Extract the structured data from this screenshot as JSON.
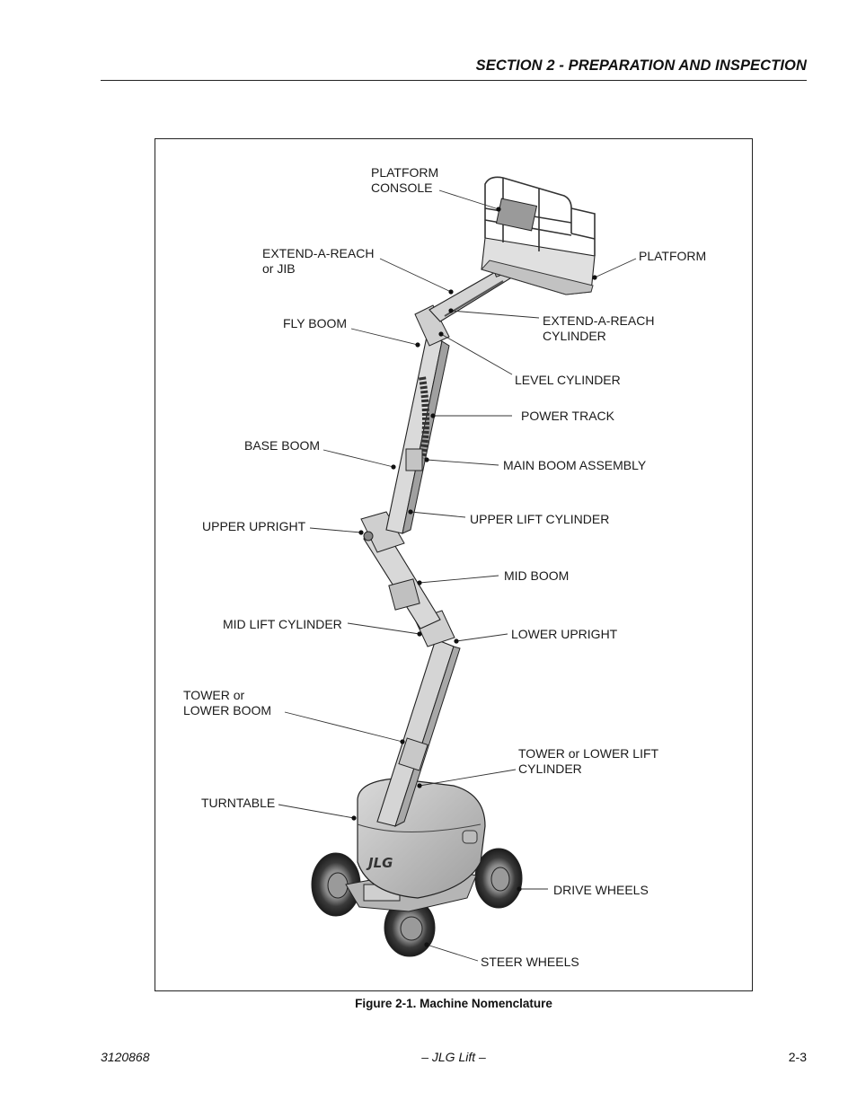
{
  "header": {
    "section_title": "SECTION 2 - PREPARATION AND INSPECTION"
  },
  "figure": {
    "logo_text": "JLG",
    "labels": {
      "platform_console": [
        "PLATFORM",
        "CONSOLE"
      ],
      "extend_a_reach": [
        "EXTEND-A-REACH",
        "or JIB"
      ],
      "platform": [
        "PLATFORM"
      ],
      "fly_boom": [
        "FLY BOOM"
      ],
      "extend_a_reach_cylinder": [
        "EXTEND-A-REACH",
        "CYLINDER"
      ],
      "level_cylinder": [
        "LEVEL CYLINDER"
      ],
      "power_track": [
        "POWER TRACK"
      ],
      "base_boom": [
        "BASE BOOM"
      ],
      "main_boom_assembly": [
        "MAIN BOOM ASSEMBLY"
      ],
      "upper_lift_cylinder": [
        "UPPER LIFT CYLINDER"
      ],
      "upper_upright": [
        "UPPER UPRIGHT"
      ],
      "mid_boom": [
        "MID BOOM"
      ],
      "mid_lift_cylinder": [
        "MID LIFT CYLINDER"
      ],
      "lower_upright": [
        "LOWER UPRIGHT"
      ],
      "tower_or_lower_boom": [
        "TOWER or",
        "LOWER BOOM"
      ],
      "tower_or_lower_lift_cylinder": [
        "TOWER or LOWER LIFT",
        "CYLINDER"
      ],
      "turntable": [
        "TURNTABLE"
      ],
      "drive_wheels": [
        "DRIVE WHEELS"
      ],
      "steer_wheels": [
        "STEER WHEELS"
      ]
    },
    "caption": "Figure 2-1.  Machine Nomenclature"
  },
  "footer": {
    "doc_number": "3120868",
    "center": "– JLG Lift –",
    "page": "2-3"
  }
}
